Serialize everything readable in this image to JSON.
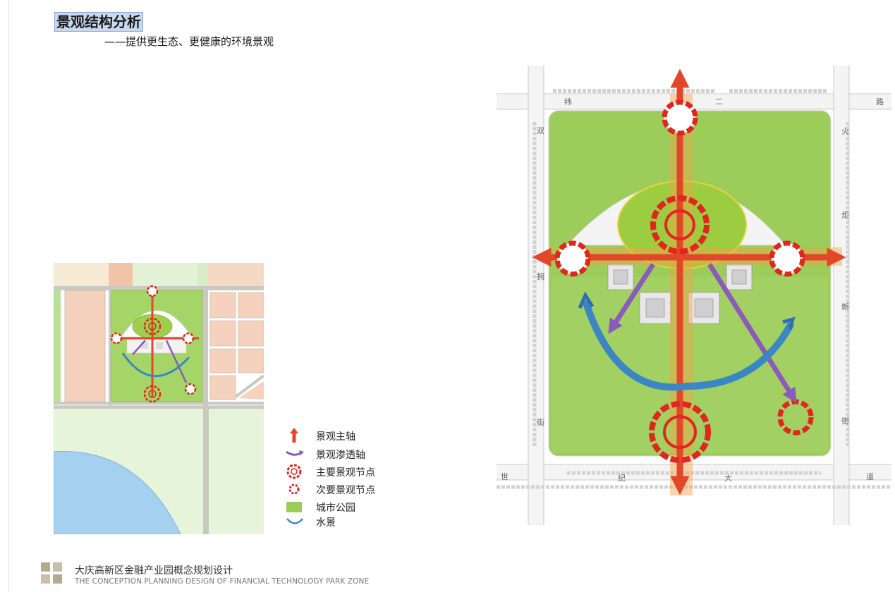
{
  "page": {
    "title": "景观结构分析",
    "subtitle": "——提供更生态、更健康的环境景观"
  },
  "legend": [
    {
      "icon": "main-axis-arrow-icon",
      "label": "景观主轴"
    },
    {
      "icon": "penetration-axis-arrow-icon",
      "label": "景观渗透轴"
    },
    {
      "icon": "main-node-ring-icon",
      "label": "主要景观节点"
    },
    {
      "icon": "secondary-node-ring-icon",
      "label": "次要景观节点"
    },
    {
      "icon": "city-park-swatch-icon",
      "label": "城市公园"
    },
    {
      "icon": "waterscape-arc-icon",
      "label": "水景"
    }
  ],
  "roads": {
    "top": [
      "纬",
      "二",
      "路"
    ],
    "left": [
      "双",
      "拥",
      "街"
    ],
    "right": [
      "火",
      "炬",
      "新",
      "街"
    ],
    "bottom": [
      "世",
      "纪",
      "大",
      "道"
    ]
  },
  "footer": {
    "project_cn": "大庆高新区金融产业园概念规划设计",
    "project_en": "THE CONCEPTION PLANNING DESIGN OF  FINANCIAL TECHNOLOGY PARK ZONE"
  },
  "colors": {
    "park_green": "#9ccc5a",
    "main_axis": "#e2472a",
    "node_red": "#e0261e",
    "penetration_purple": "#8a5bb8",
    "water_blue": "#3a87c4",
    "title_highlight": "#c9d7ef"
  }
}
